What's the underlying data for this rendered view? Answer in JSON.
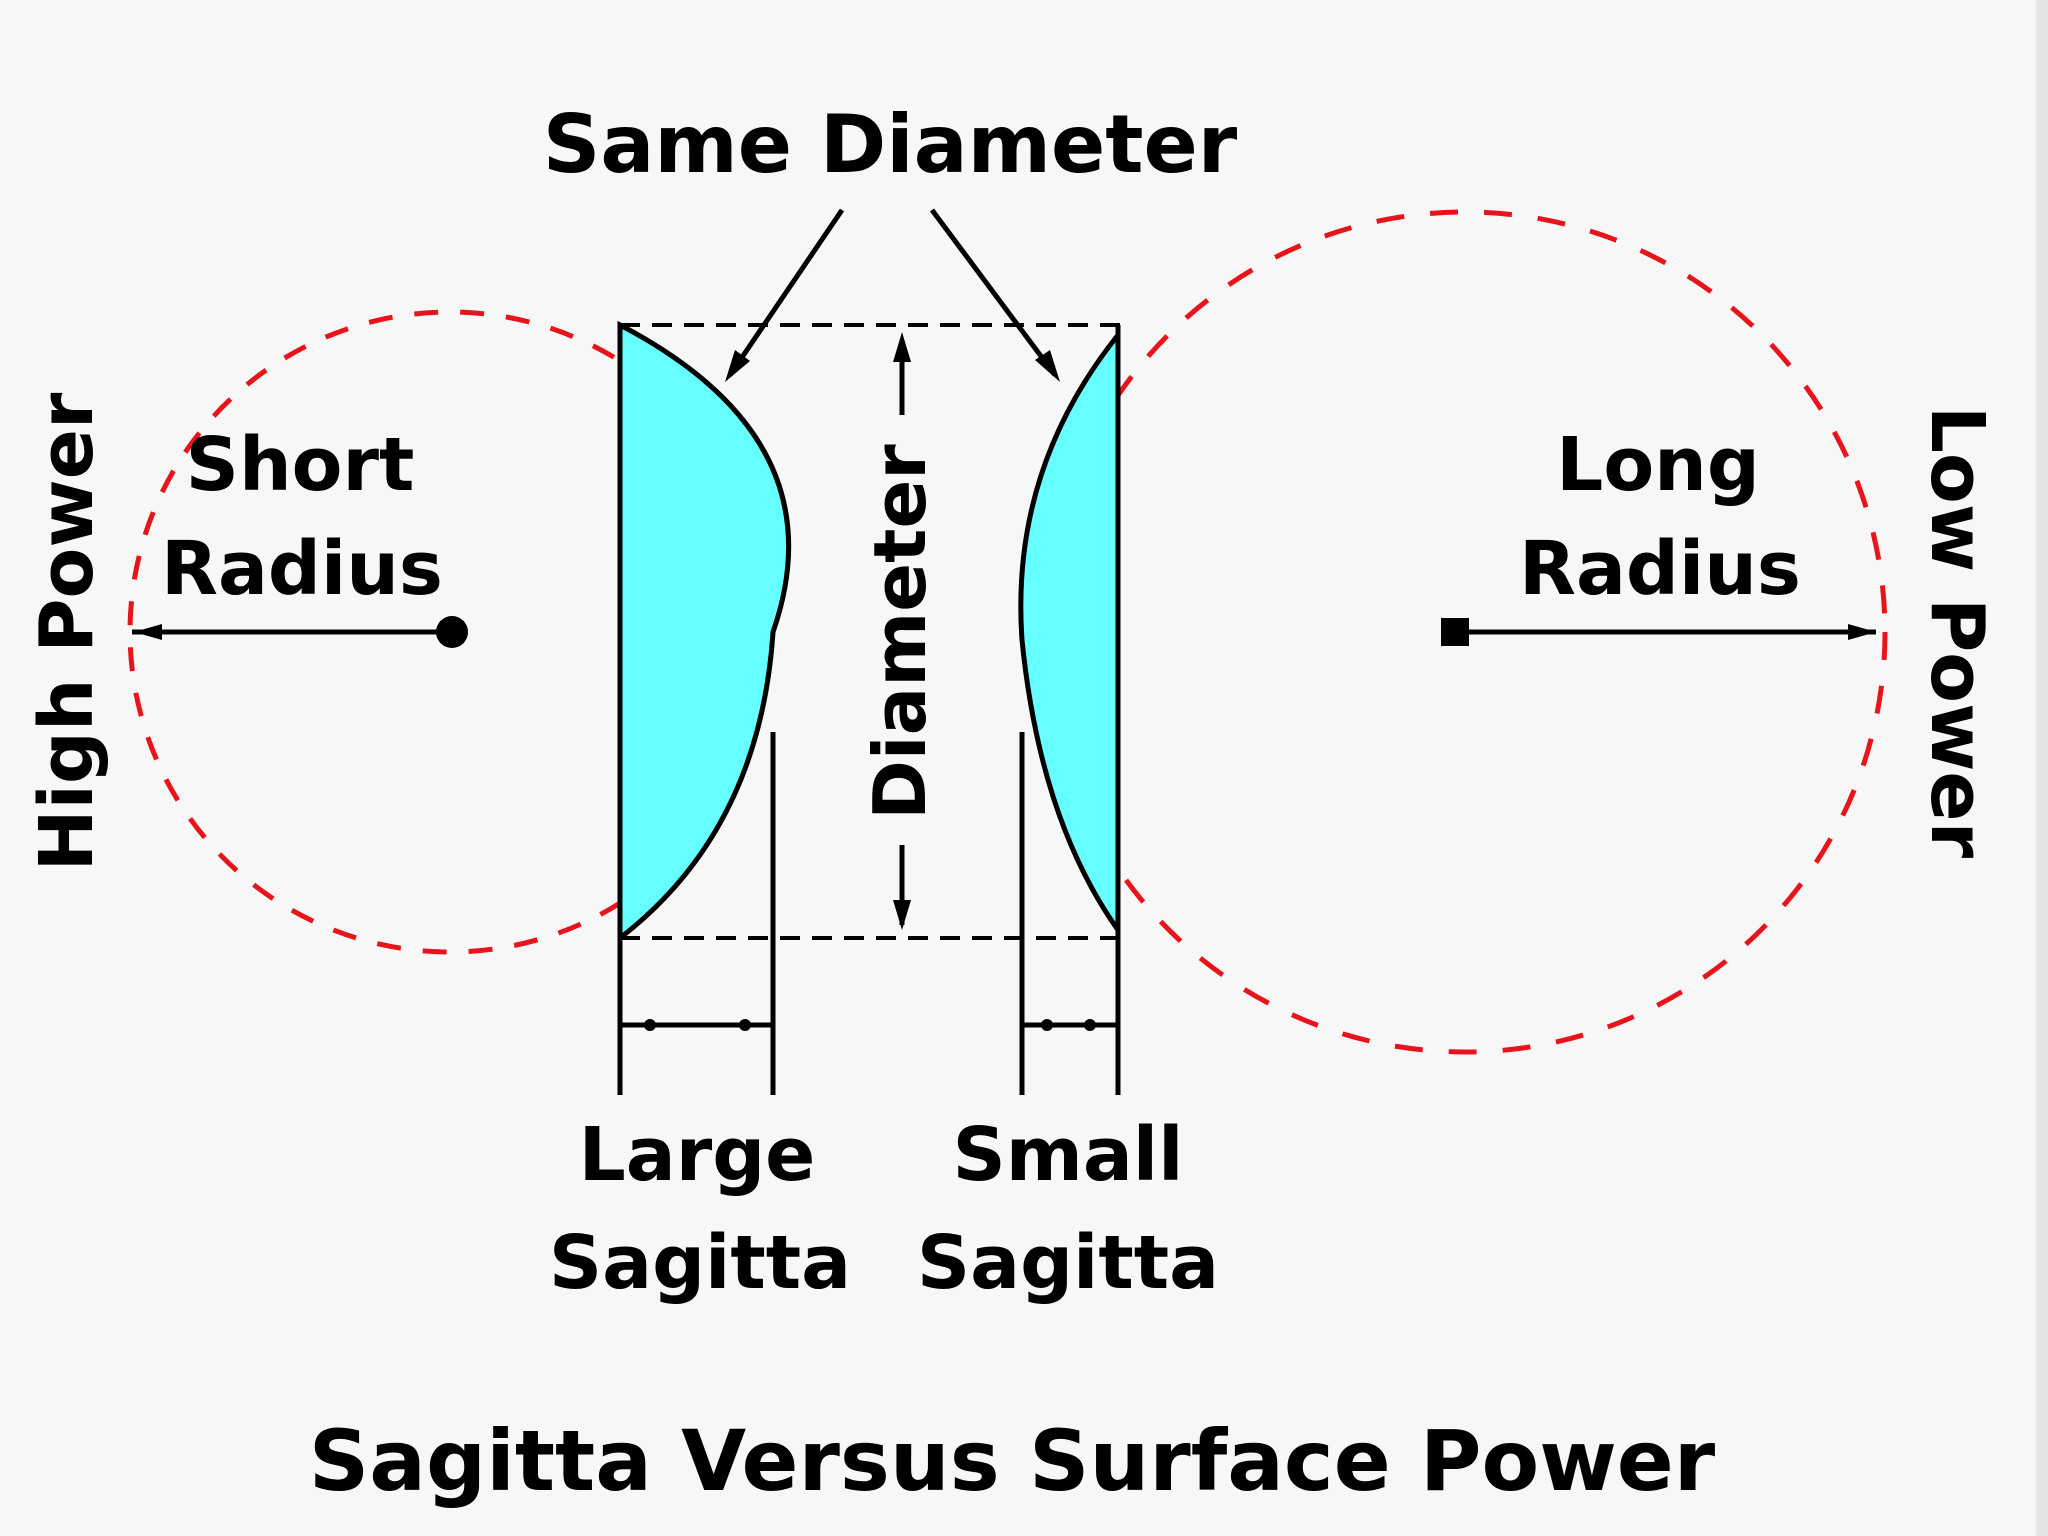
{
  "colors": {
    "background": "#f7f7f7",
    "ink": "#000000",
    "circle_dash": "#e8141b",
    "lens_fill": "#66ffff"
  },
  "labels": {
    "same_diameter": "Same Diameter",
    "short_radius_line1": "Short",
    "short_radius_line2": "Radius",
    "long_radius_line1": "Long",
    "long_radius_line2": "Radius",
    "high_power": "High Power",
    "low_power": "Low Power",
    "diameter": "Diameter",
    "large_sagitta_line1": "Large",
    "large_sagitta_line2": "Sagitta",
    "small_sagitta_line1": "Small",
    "small_sagitta_line2": "Sagitta",
    "caption": "Sagitta Versus Surface Power"
  }
}
